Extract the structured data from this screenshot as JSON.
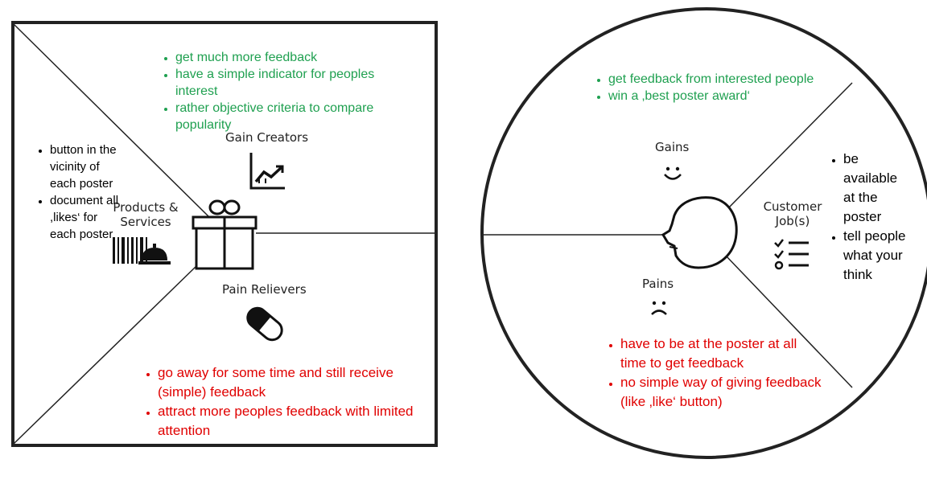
{
  "value_map": {
    "gain_creators": {
      "label": "Gain Creators",
      "items": [
        "get much more feedback",
        "have a simple indicator for peoples interest",
        "rather objective criteria to compare popularity"
      ]
    },
    "products_services": {
      "label": "Products & Services",
      "items": [
        "button in the vicinity of each poster",
        "document all ,likes‘ for each poster"
      ]
    },
    "pain_relievers": {
      "label": "Pain Relievers",
      "items": [
        "go away for some time and still receive (simple) feedback",
        "attract more peoples feedback with limited attention"
      ]
    }
  },
  "customer_profile": {
    "gains": {
      "label": "Gains",
      "items": [
        "get feedback from interested people",
        "win a ‚best poster award‘"
      ]
    },
    "customer_jobs": {
      "label": "Customer Job(s)",
      "items": [
        "be available at the poster",
        "tell people what your think"
      ]
    },
    "pains": {
      "label": "Pains",
      "items": [
        "have to be at the poster at all time to get feedback",
        "no simple way of giving feedback (like ‚like‘ button)"
      ]
    }
  },
  "colors": {
    "gain": "#1fa050",
    "pain": "#e00000",
    "job": "#000000",
    "line": "#222222"
  },
  "icons": [
    "gift-icon",
    "chart-up-icon",
    "barcode-icon",
    "bell-icon",
    "pill-icon",
    "smile-icon",
    "frown-icon",
    "checklist-icon",
    "face-profile-icon"
  ]
}
